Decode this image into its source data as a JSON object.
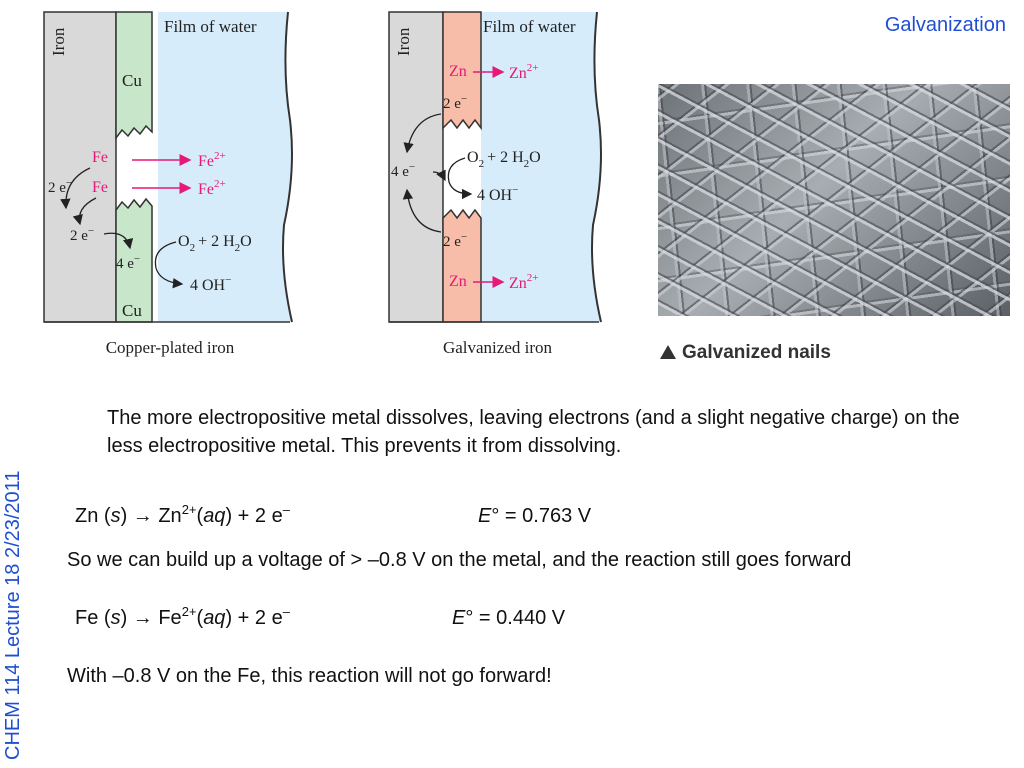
{
  "page": {
    "title": "Galvanization",
    "sidebar_text": "CHEM 114 Lecture 18 2/23/2011"
  },
  "figures": {
    "copper": {
      "caption": "Copper-plated iron",
      "film": "Film of water",
      "iron": "Iron",
      "cu_top": "Cu",
      "cu_bottom": "Cu",
      "fe1": "Fe",
      "fe2": "Fe",
      "fe_ion1": "Fe",
      "fe_ion2": "Fe",
      "fe_charge": "2+",
      "two_e_1": "2 e",
      "two_e_2": "2 e",
      "four_e": "4 e",
      "minus": "−",
      "o2": "O",
      "o2_sub": "2",
      "plus_water": "+ 2 H",
      "h2o_sub": "2",
      "o": "O",
      "oh": "4 OH"
    },
    "galvanized": {
      "caption": "Galvanized iron",
      "film": "Film of water",
      "iron": "Iron",
      "zn1": "Zn",
      "zn_ion1": "Zn",
      "zn2": "Zn",
      "zn_ion2": "Zn",
      "zn_charge": "2+",
      "two_e_1": "2 e",
      "two_e_2": "2 e",
      "four_e": "4 e",
      "minus": "−",
      "o2": "O",
      "o2_sub": "2",
      "plus_water": "+ 2 H",
      "h2o_sub": "2",
      "o": "O",
      "oh": "4 OH"
    },
    "nails": {
      "caption": "Galvanized nails"
    }
  },
  "content": {
    "paragraph": "The more electropositive metal dissolves, leaving electrons (and a slight negative charge) on the less electropositive metal.  This prevents it from dissolving.",
    "eq1": {
      "reactant": "Zn (",
      "state": "s",
      "arrow": ") →  Zn",
      "charge": "2+",
      "open": "(",
      "aq": "aq",
      "rest": ") + 2 e",
      "e": "–"
    },
    "eq1_potential": {
      "symbol": "E",
      "degree": "°",
      "value": " =  0.763 V"
    },
    "voltage_note": "So we can build up a voltage of > –0.8 V on the metal, and the reaction still goes forward",
    "eq2": {
      "reactant": "Fe (",
      "state": "s",
      "arrow": ") →  Fe",
      "charge": "2+",
      "open": "(",
      "aq": "aq",
      "rest": ") + 2 e",
      "e": "–"
    },
    "eq2_potential": {
      "symbol": "E",
      "degree": "°",
      "value": " =  0.440 V"
    },
    "conclusion": "With –0.8 V on the Fe, this reaction will not go forward!"
  },
  "colors": {
    "accent": "#1f4fd1",
    "iron": "#d9d9d9",
    "copper": "#c8e6c9",
    "zinc": "#f8bda8",
    "water": "#d6ecfa",
    "magenta": "#e6197a"
  }
}
